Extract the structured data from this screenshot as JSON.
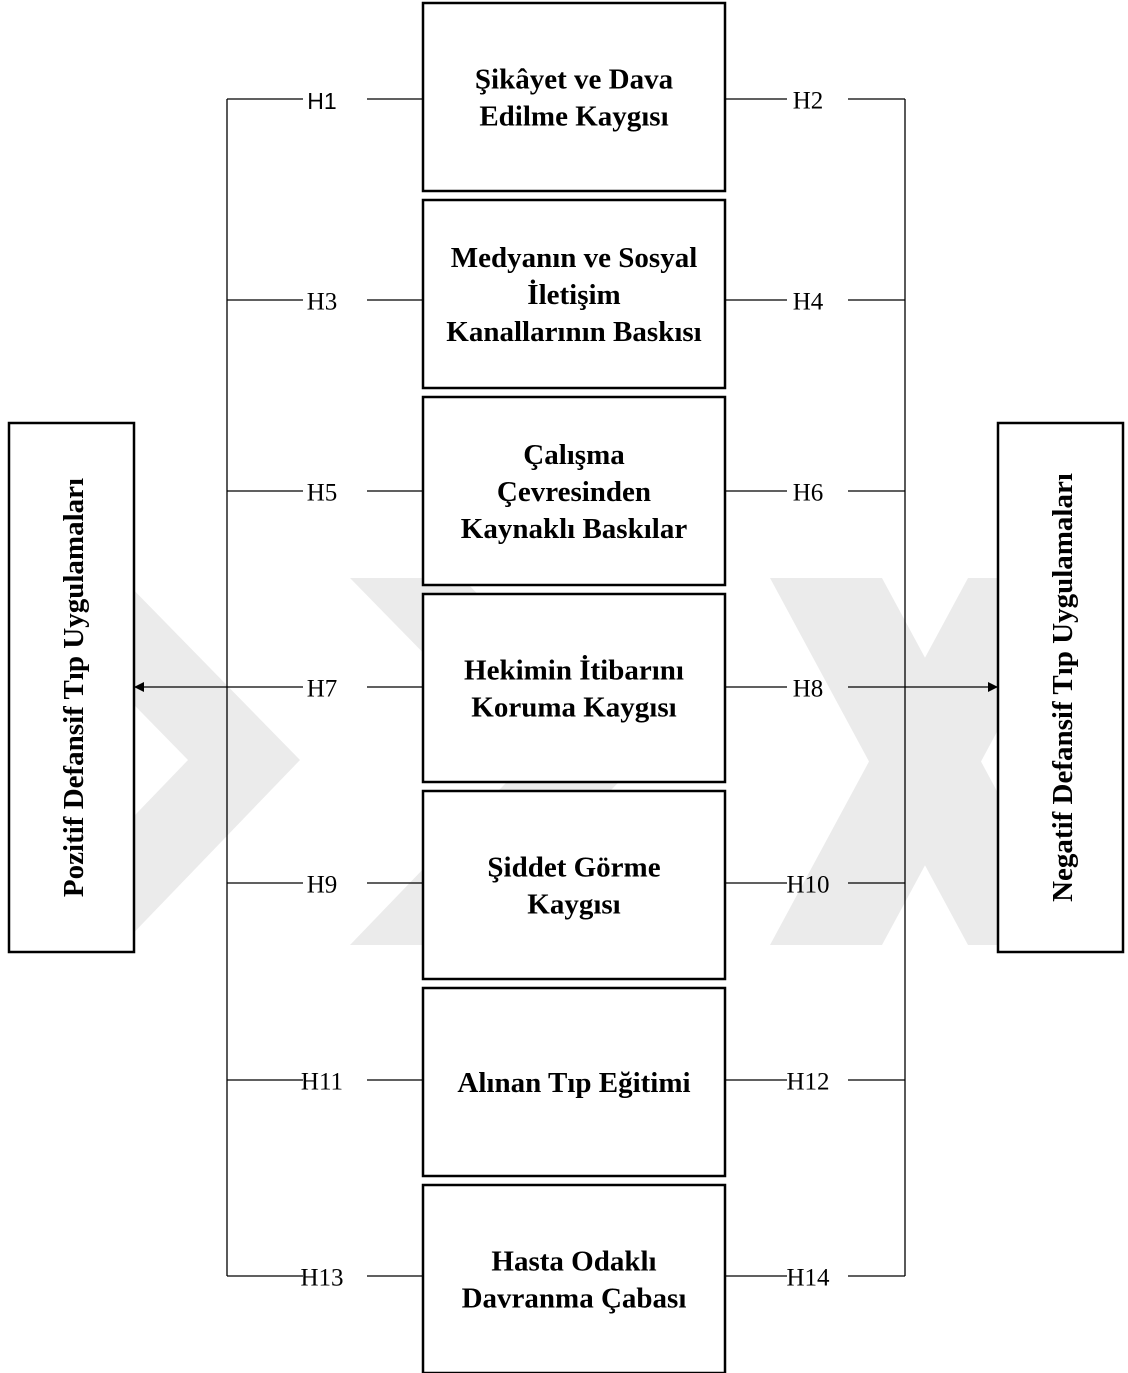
{
  "left_outcome": "Pozitif Defansif Tıp Uygulamaları",
  "right_outcome": "Negatif Defansif Tıp Uygulamaları",
  "factors": [
    {
      "lines": [
        "Şikâyet ve Dava",
        "Edilme Kaygısı"
      ],
      "left_hyp": "H1",
      "right_hyp": "H2"
    },
    {
      "lines": [
        "Medyanın ve Sosyal",
        "İletişim",
        "Kanallarının Baskısı"
      ],
      "left_hyp": "H3",
      "right_hyp": "H4"
    },
    {
      "lines": [
        "Çalışma",
        "Çevresinden",
        "Kaynaklı Baskılar"
      ],
      "left_hyp": "H5",
      "right_hyp": "H6"
    },
    {
      "lines": [
        "Hekimin İtibarını",
        "Koruma Kaygısı"
      ],
      "left_hyp": "H7",
      "right_hyp": "H8"
    },
    {
      "lines": [
        "Şiddet Görme",
        "Kaygısı"
      ],
      "left_hyp": "H9",
      "right_hyp": "H10"
    },
    {
      "lines": [
        "Alınan Tıp Eğitimi"
      ],
      "left_hyp": "H11",
      "right_hyp": "H12"
    },
    {
      "lines": [
        "Hasta Odaklı",
        "Davranma Çabası"
      ],
      "left_hyp": "H13",
      "right_hyp": "H14"
    }
  ]
}
